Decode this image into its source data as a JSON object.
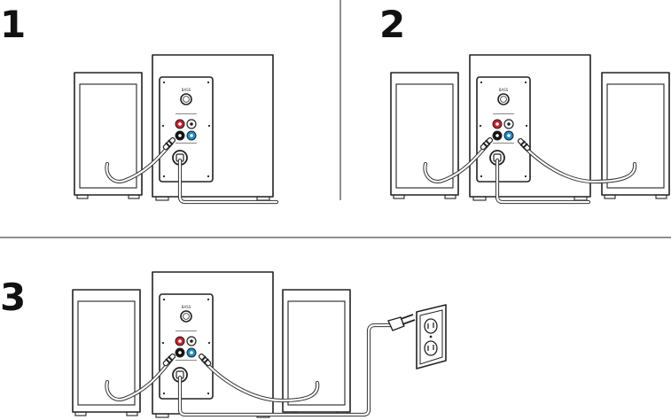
{
  "steps": [
    {
      "number": "1"
    },
    {
      "number": "2"
    },
    {
      "number": "3"
    }
  ],
  "colors": {
    "line": "#222222",
    "jack_red": "#d0202e",
    "jack_blue": "#1a8fd0",
    "jack_black": "#111111",
    "jack_white": "#ffffff",
    "cable": "#333333"
  },
  "icons": [
    "satellite-speaker-icon",
    "subwoofer-icon",
    "bass-knob-icon",
    "rca-jack-icon",
    "power-inlet-icon",
    "wall-outlet-icon",
    "power-plug-icon"
  ]
}
